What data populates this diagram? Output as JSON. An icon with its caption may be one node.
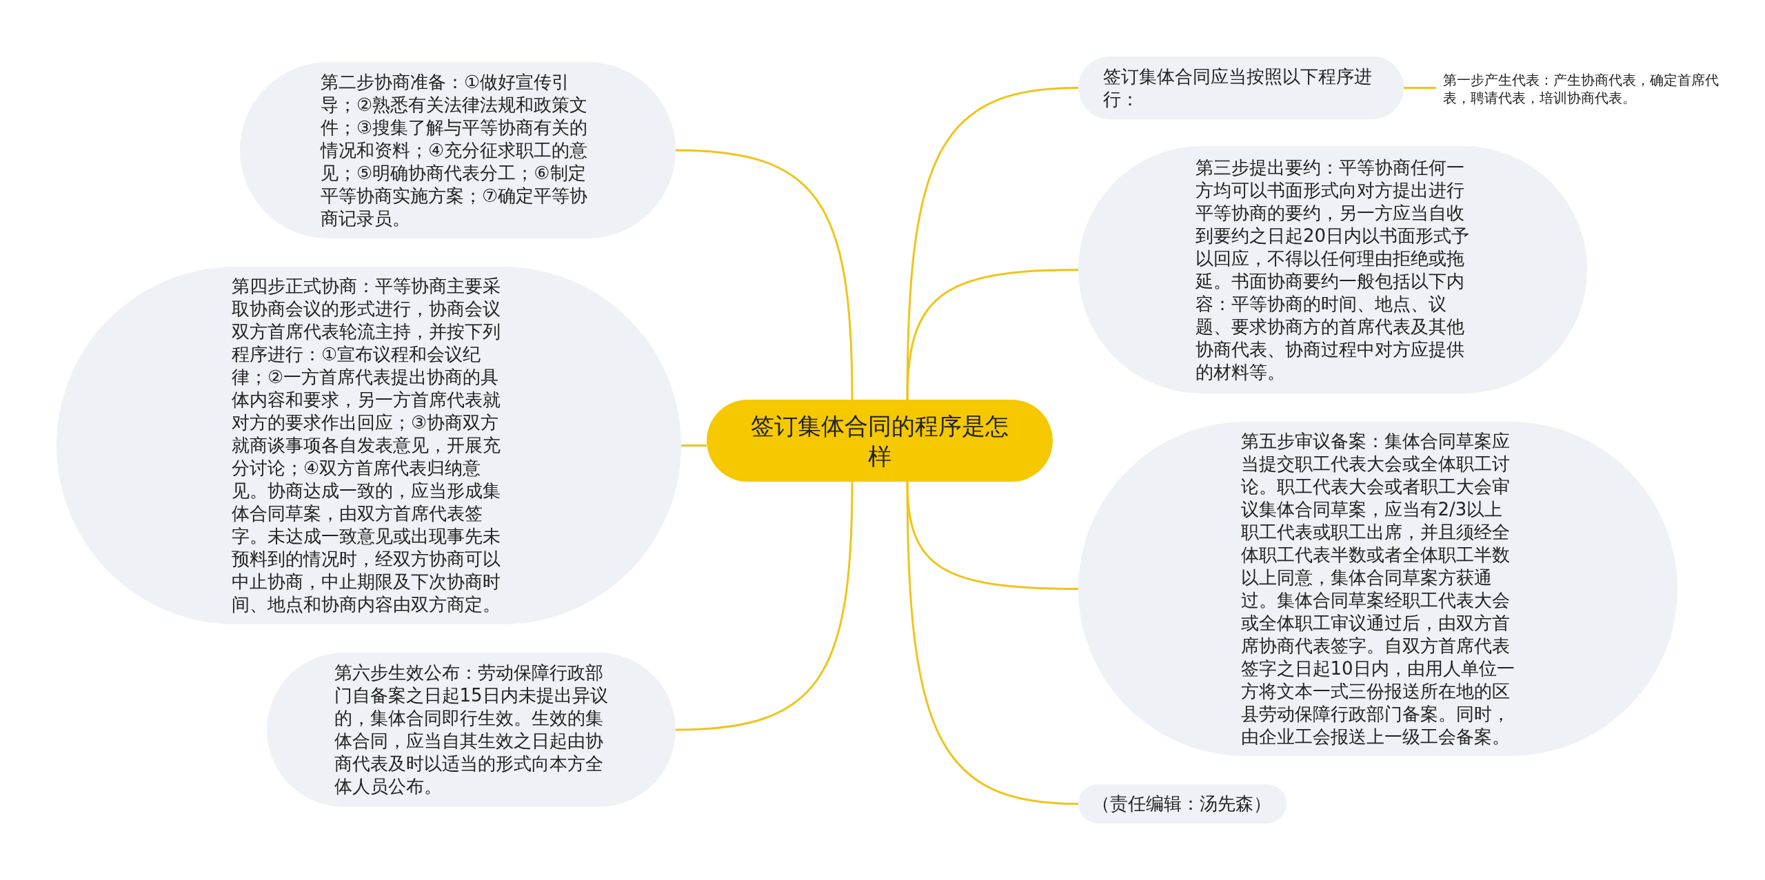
{
  "diagram": {
    "nodes": [
      {
        "text": [
          "签订集体合同的程序是怎样"
        ]
      },
      {
        "text": [
          "第二步协商准备：①做好宣传引导；②熟悉有关法律法规和政策文件；③搜集了解与平等协商有关的情况和资料；④充分征求职工的意见；⑤明确协商代表分工；⑥制定平等协商实施方案；⑦确定平等协商记录员。"
        ]
      },
      {
        "text": [
          "签订集体合同应当按照以下程序进行："
        ]
      },
      {
        "text": [
          "第一步产生代表：产生协商代表，确定首席代表，聘请代表，培训协商代表。"
        ]
      },
      {
        "text": [
          "第三步提出要约：平等协商任何一方均可以书面形式向对方提出进行平等协商的要约，另一方应当自收到要约之日起20日内以书面形式予以回应，不得以任何理由拒绝或拖延。书面协商要约一般包括以下内容：平等协商的时间、地点、议题、要求协商方的首席代表及其他协商代表、协商过程中对方应提供的材料等。"
        ]
      },
      {
        "text": [
          "第四步正式协商：平等协商主要采取协商会议的形式进行，协商会议双方首席代表轮流主持，并按下列程序进行：①宣布议程和会议纪律；②一方首席代表提出协商的具体内容和要求，另一方首席代表就对方的要求作出回应；③协商双方就商谈事项各自发表意见，开展充分讨论；④双方首席代表归纳意见。协商达成一致的，应当形成集体合同草案，由双方首席代表签字。未达成一致意见或出现事先未预料到的情况时，经双方协商可以中止协商，中止期限及下次协商时间、地点和协商内容由双方商定。"
        ]
      },
      {
        "text": [
          "第五步审议备案：集体合同草案应当提交职工代表大会或全体职工讨论。职工代表大会或者职工大会审议集体合同草案，应当有2/3以上职工代表或职工出席，并且须经全体职工代表半数或者全体职工半数以上同意，集体合同草案方获通过。集体合同草案经职工代表大会或全体职工审议通过后，由双方首席协商代表签字。自双方首席代表签字之日起10日内，由用人单位一方将文本一式三份报送所在地的区县劳动保障行政部门备案。同时，由企业工会报送上一级工会备案。"
        ]
      },
      {
        "text": [
          "第六步生效公布：劳动保障行政部门自备案之日起15日内未提出异议的，集体合同即行生效。生效的集体合同，应当自其生效之日起由协商代表及时以适当的形式向本方全体人员公布。"
        ]
      },
      {
        "text": [
          "（责任编辑：汤先森）"
        ]
      }
    ],
    "edges": [
      {
        "from": 0,
        "to": 1,
        "arrow": "none"
      },
      {
        "from": 0,
        "to": 2,
        "arrow": "none"
      },
      {
        "from": 2,
        "to": 3,
        "arrow": "none"
      },
      {
        "from": 0,
        "to": 4,
        "arrow": "none"
      },
      {
        "from": 0,
        "to": 5,
        "arrow": "none"
      },
      {
        "from": 0,
        "to": 6,
        "arrow": "none"
      },
      {
        "from": 0,
        "to": 7,
        "arrow": "none"
      },
      {
        "from": 0,
        "to": 8,
        "arrow": "none"
      }
    ]
  }
}
